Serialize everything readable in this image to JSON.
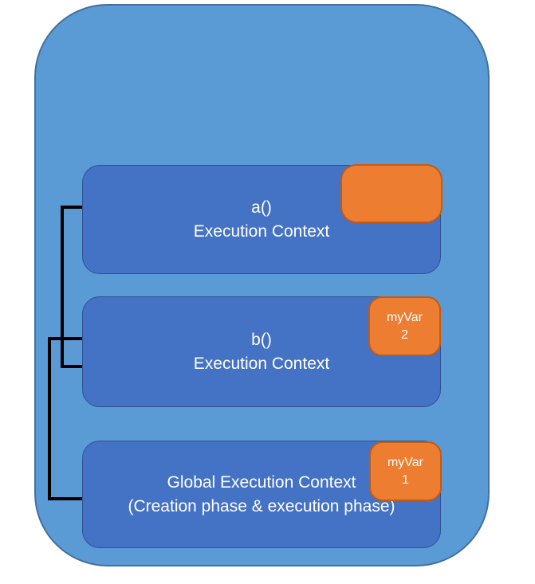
{
  "diagram": {
    "contexts": [
      {
        "name": "a",
        "line1": "a()",
        "line2": "Execution Context",
        "tag": {
          "line1": "",
          "line2": ""
        }
      },
      {
        "name": "b",
        "line1": "b()",
        "line2": "Execution Context",
        "tag": {
          "line1": "myVar",
          "line2": "2"
        }
      },
      {
        "name": "global",
        "line1": "Global Execution Context",
        "line2": "(Creation phase & execution phase)",
        "tag": {
          "line1": "myVar",
          "line2": "1"
        }
      }
    ],
    "colors": {
      "outer_fill": "#5B9BD5",
      "outer_border": "#41719C",
      "context_fill": "#4472C4",
      "context_border": "#2F528F",
      "variable_fill": "#ED7D31",
      "variable_border": "#C55A11",
      "connector": "#000000",
      "text": "#FFFFFF"
    }
  }
}
